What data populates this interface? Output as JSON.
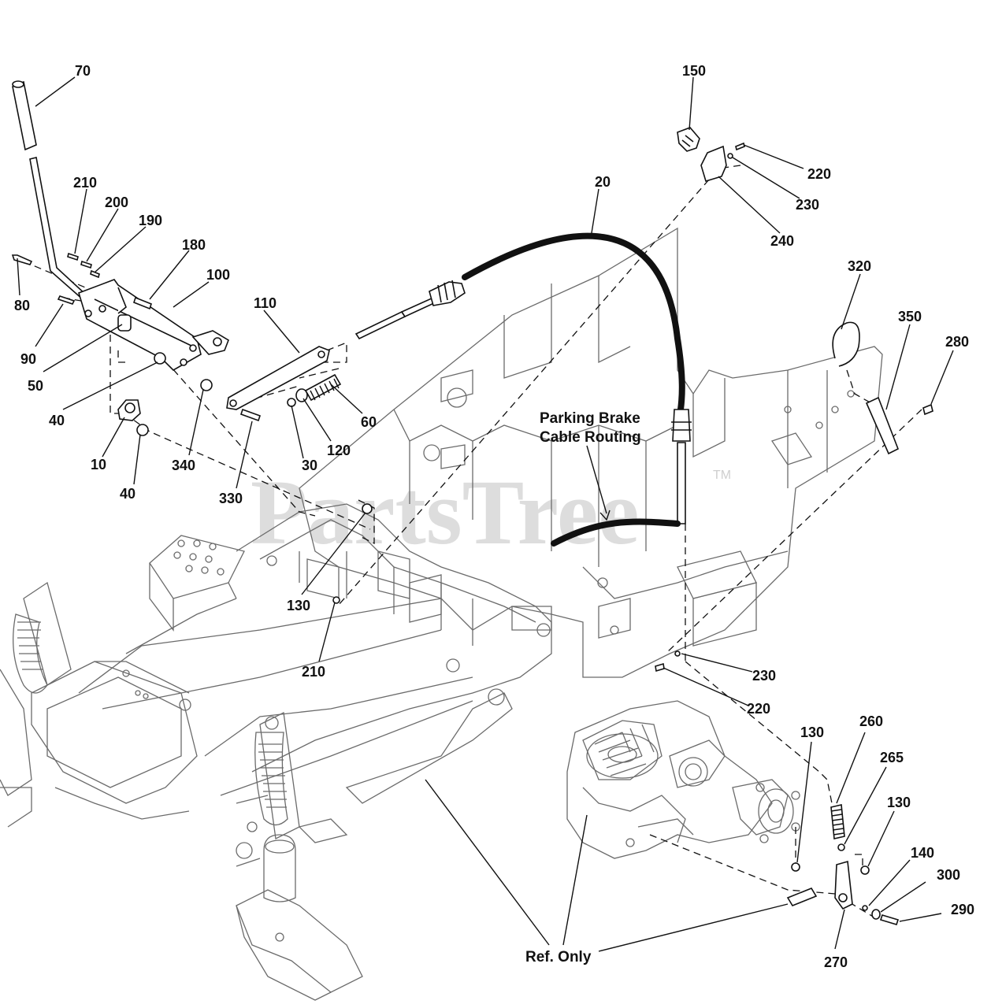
{
  "watermark": {
    "text": "PartsTree",
    "trademark": "TM"
  },
  "notes": {
    "routing_line1": "Parking Brake",
    "routing_line2": "Cable Routing",
    "reference": "Ref. Only"
  },
  "callouts": [
    {
      "id": "c70",
      "label": "70"
    },
    {
      "id": "c210a",
      "label": "210"
    },
    {
      "id": "c200",
      "label": "200"
    },
    {
      "id": "c190",
      "label": "190"
    },
    {
      "id": "c180",
      "label": "180"
    },
    {
      "id": "c100",
      "label": "100"
    },
    {
      "id": "c80",
      "label": "80"
    },
    {
      "id": "c90",
      "label": "90"
    },
    {
      "id": "c50",
      "label": "50"
    },
    {
      "id": "c40a",
      "label": "40"
    },
    {
      "id": "c10",
      "label": "10"
    },
    {
      "id": "c40b",
      "label": "40"
    },
    {
      "id": "c340",
      "label": "340"
    },
    {
      "id": "c330",
      "label": "330"
    },
    {
      "id": "c110",
      "label": "110"
    },
    {
      "id": "c30",
      "label": "30"
    },
    {
      "id": "c120",
      "label": "120"
    },
    {
      "id": "c60",
      "label": "60"
    },
    {
      "id": "c130a",
      "label": "130"
    },
    {
      "id": "c210b",
      "label": "210"
    },
    {
      "id": "c20",
      "label": "20"
    },
    {
      "id": "c150",
      "label": "150"
    },
    {
      "id": "c220a",
      "label": "220"
    },
    {
      "id": "c230a",
      "label": "230"
    },
    {
      "id": "c240",
      "label": "240"
    },
    {
      "id": "c320",
      "label": "320"
    },
    {
      "id": "c350",
      "label": "350"
    },
    {
      "id": "c280",
      "label": "280"
    },
    {
      "id": "c230b",
      "label": "230"
    },
    {
      "id": "c220b",
      "label": "220"
    },
    {
      "id": "c130b",
      "label": "130"
    },
    {
      "id": "c260",
      "label": "260"
    },
    {
      "id": "c265",
      "label": "265"
    },
    {
      "id": "c130c",
      "label": "130"
    },
    {
      "id": "c140",
      "label": "140"
    },
    {
      "id": "c300",
      "label": "300"
    },
    {
      "id": "c290",
      "label": "290"
    },
    {
      "id": "c270",
      "label": "270"
    }
  ]
}
